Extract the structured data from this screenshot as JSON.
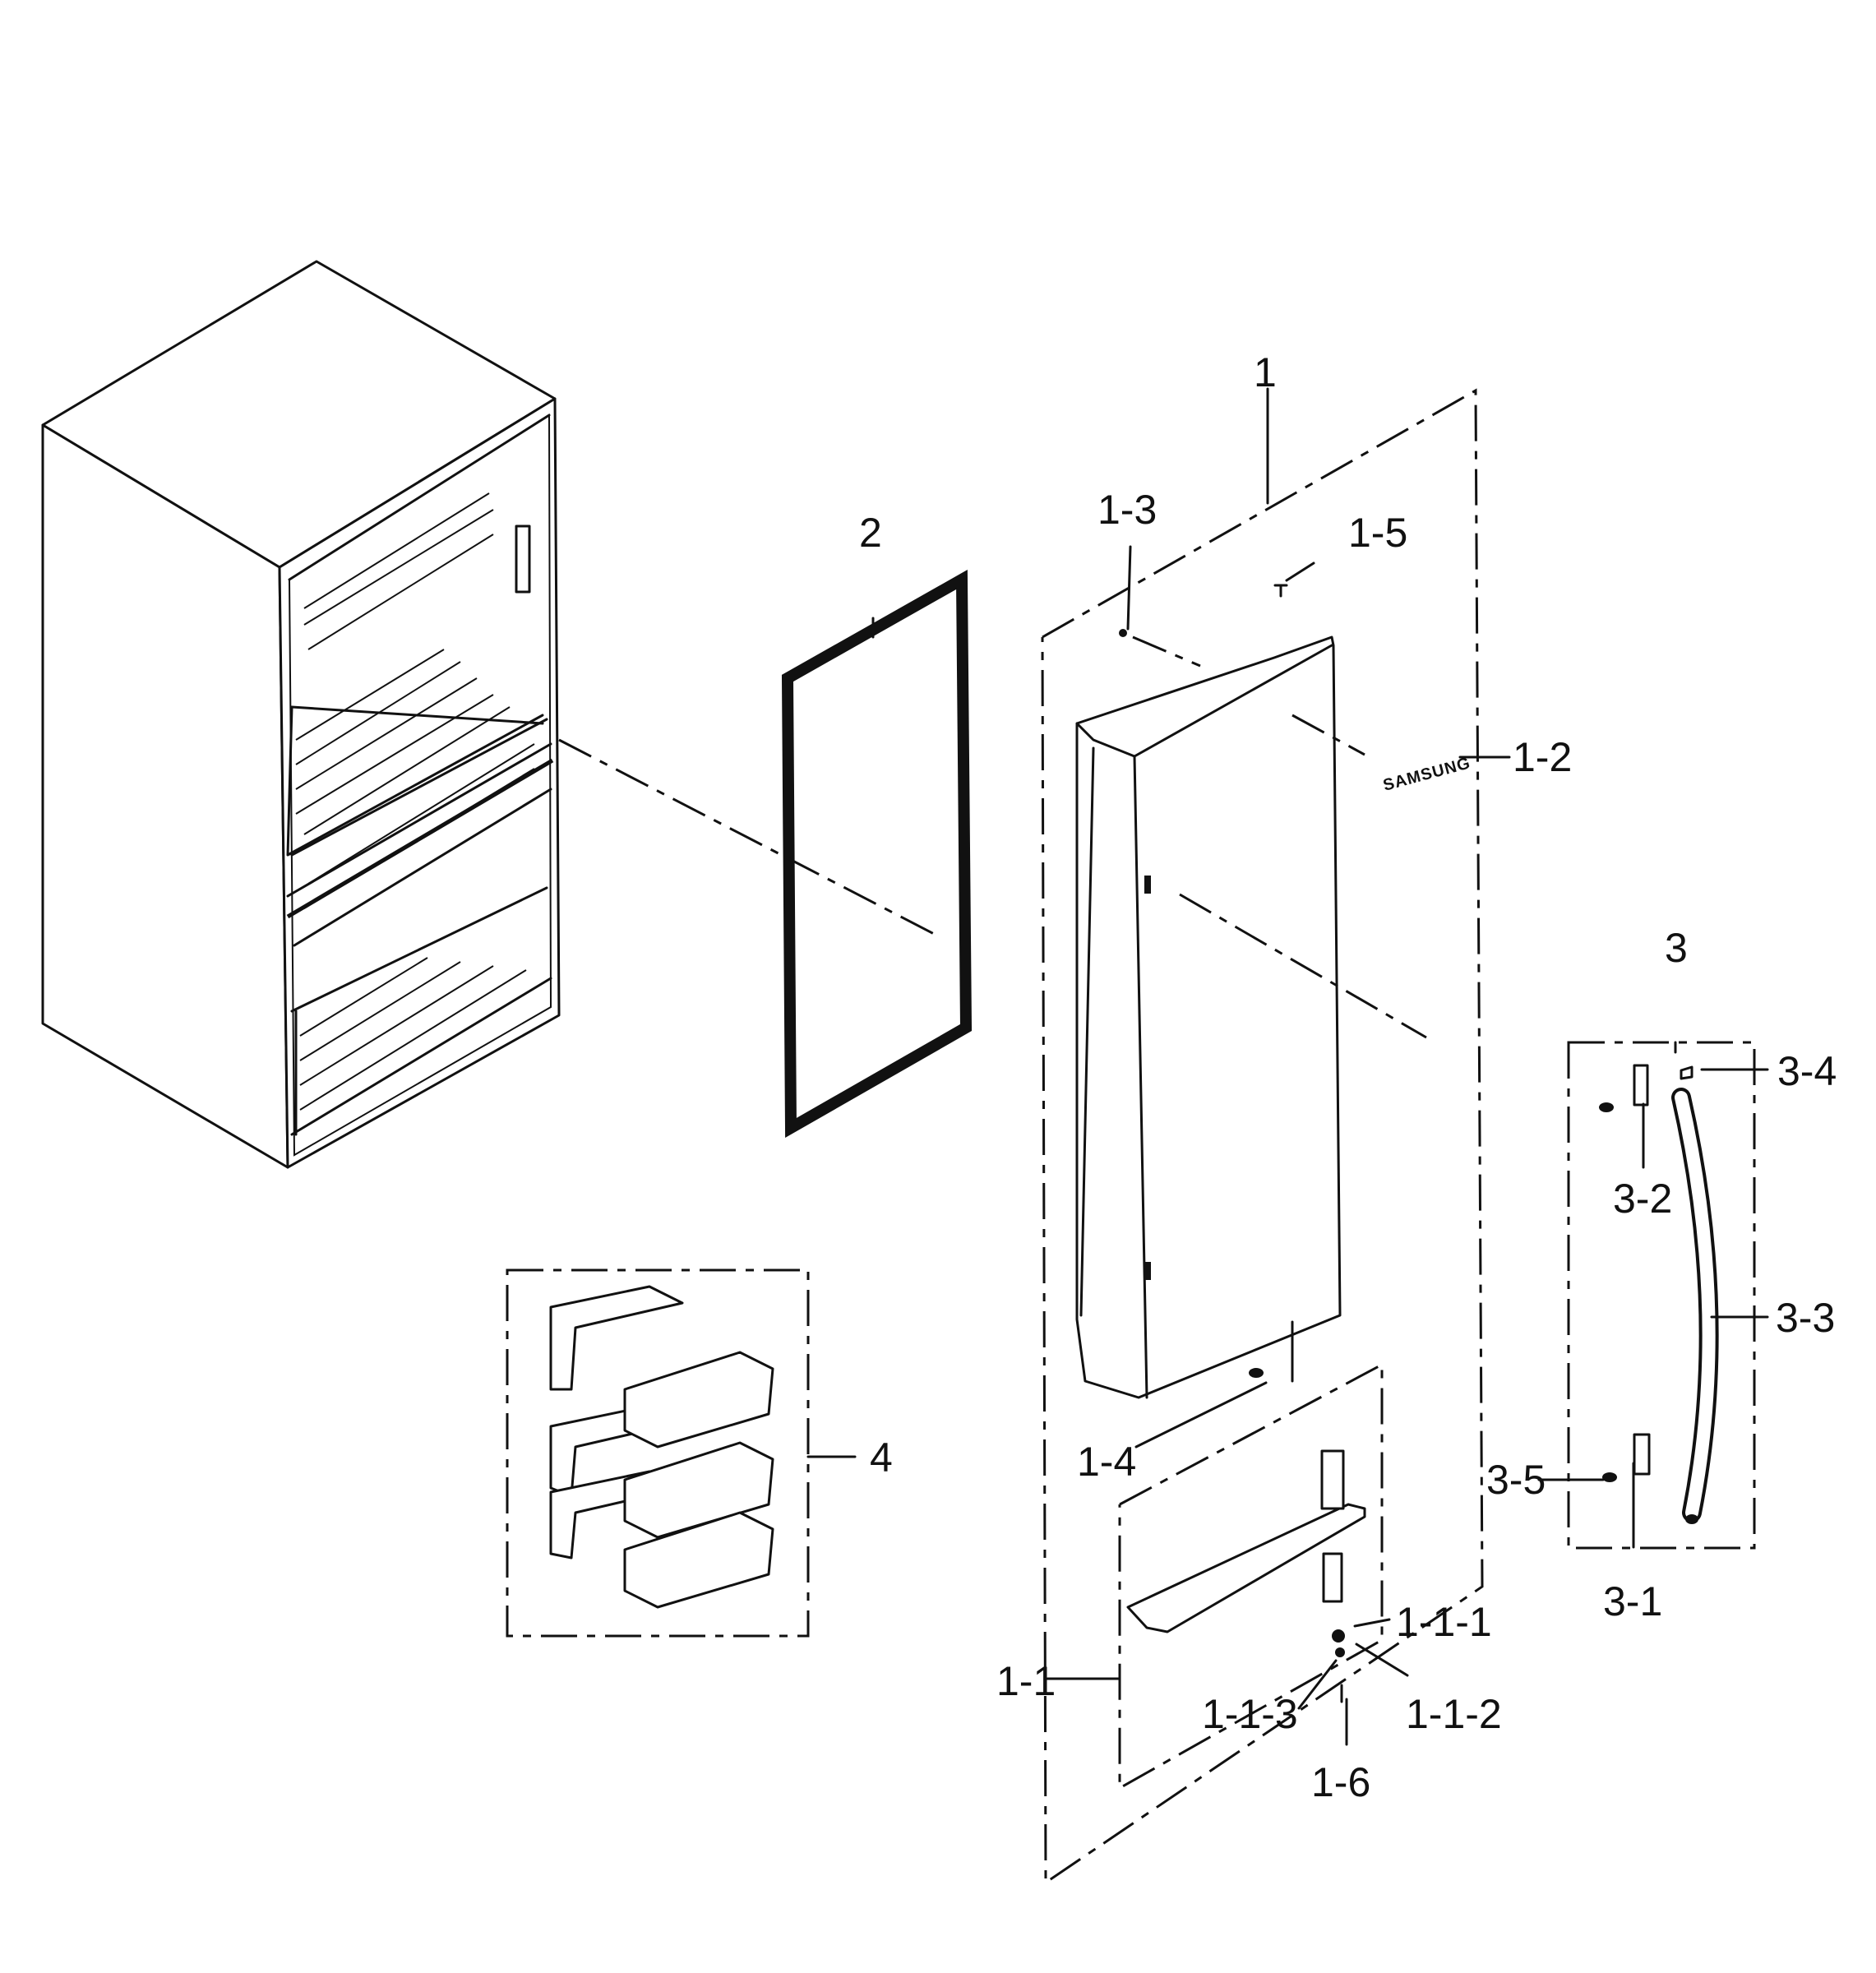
{
  "callouts": {
    "c1": "1",
    "c1_1": "1-1",
    "c1_1_1": "1-1-1",
    "c1_1_2": "1-1-2",
    "c1_1_3": "1-1-3",
    "c1_2": "1-2",
    "c1_3": "1-3",
    "c1_4": "1-4",
    "c1_5": "1-5",
    "c1_6": "1-6",
    "c2": "2",
    "c3": "3",
    "c3_1": "3-1",
    "c3_2": "3-2",
    "c3_3": "3-3",
    "c3_4": "3-4",
    "c3_5": "3-5",
    "c4": "4"
  },
  "brand_mark": "SAMSUNG"
}
